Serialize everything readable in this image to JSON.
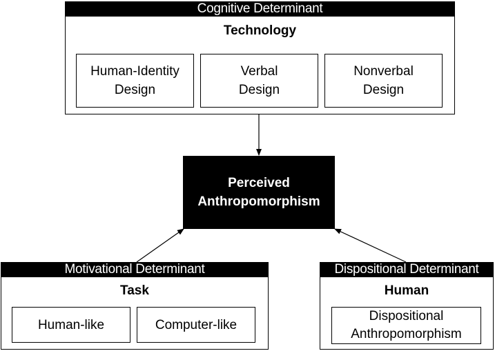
{
  "cognitive": {
    "header": "Cognitive Determinant",
    "title": "Technology",
    "items": [
      {
        "line1": "Human-Identity",
        "line2": "Design"
      },
      {
        "line1": "Verbal",
        "line2": "Design"
      },
      {
        "line1": "Nonverbal",
        "line2": "Design"
      }
    ]
  },
  "center": {
    "line1": "Perceived",
    "line2": "Anthropomorphism"
  },
  "motivational": {
    "header": "Motivational Determinant",
    "title": "Task",
    "items": [
      {
        "label": "Human-like"
      },
      {
        "label": "Computer-like"
      }
    ]
  },
  "dispositional": {
    "header": "Dispositional Determinant",
    "title": "Human",
    "items": [
      {
        "line1": "Dispositional",
        "line2": "Anthropomorphism"
      }
    ]
  }
}
